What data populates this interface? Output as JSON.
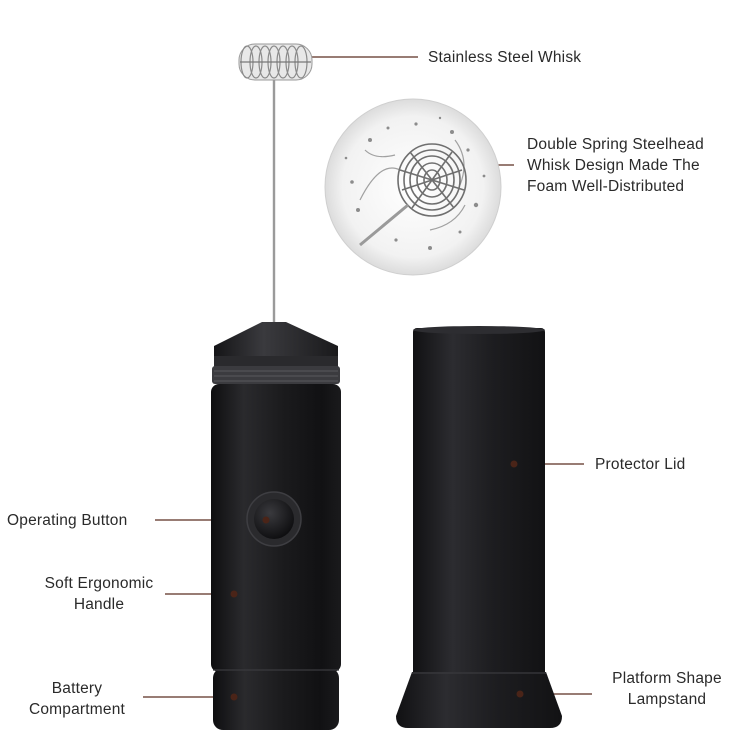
{
  "callouts": {
    "whisk": {
      "text": "Stainless Steel Whisk"
    },
    "spring": {
      "lines": [
        "Double Spring Steelhead",
        "Whisk Design Made The",
        "Foam Well-Distributed"
      ]
    },
    "lid": {
      "text": "Protector Lid"
    },
    "button": {
      "text": "Operating Button"
    },
    "handle": {
      "lines": [
        "Soft Ergonomic",
        "Handle"
      ]
    },
    "battery": {
      "lines": [
        "Battery",
        "Compartment"
      ]
    },
    "lampstand": {
      "lines": [
        "Platform Shape",
        "Lampstand"
      ]
    }
  },
  "colors": {
    "leader_line": "#5a2e22",
    "leader_dot": "#4a2418",
    "body": "#1c1c1e",
    "metal": "#b8b8b8"
  }
}
